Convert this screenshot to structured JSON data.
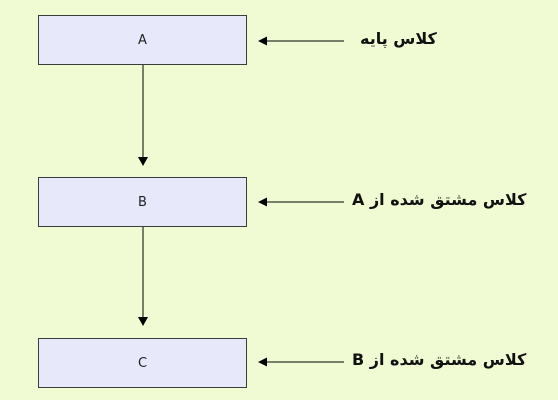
{
  "boxes": {
    "a": "A",
    "b": "B",
    "c": "C"
  },
  "labels": {
    "a": "کلاس پایه",
    "b": "کلاس مشتق شده از A",
    "c": "کلاس مشتق شده از B"
  },
  "colors": {
    "background": "#f0fbd3",
    "box_fill": "#e7e9fb",
    "stroke": "#000000"
  }
}
